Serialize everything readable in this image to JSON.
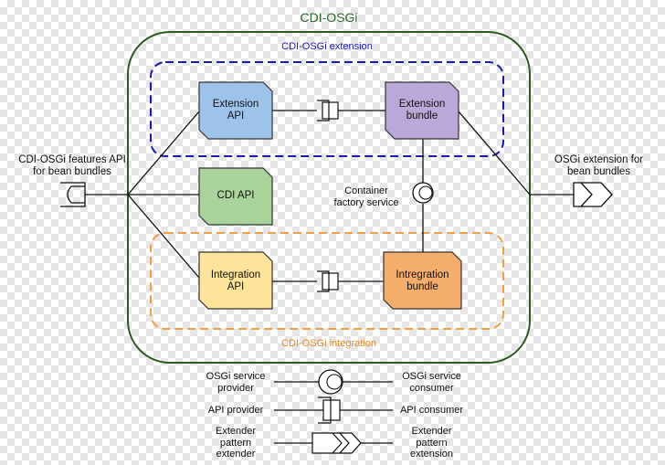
{
  "title": "CDI-OSGi",
  "extension_group": {
    "label": "CDI-OSGi extension"
  },
  "integration_group": {
    "label": "CDI-OSGi integration"
  },
  "boxes": {
    "extension_api": {
      "label_line1": "Extension",
      "label_line2": "API",
      "color": "#9ec3ea"
    },
    "extension_bundle": {
      "label_line1": "Extension",
      "label_line2": "bundle",
      "color": "#b9a8d8"
    },
    "cdi_api": {
      "label": "CDI API",
      "color": "#a9d39a"
    },
    "integration_api": {
      "label_line1": "Integration",
      "label_line2": "API",
      "color": "#fde49a"
    },
    "integration_bundle": {
      "label_line1": "Intregration",
      "label_line2": "bundle",
      "color": "#f4ad6a"
    }
  },
  "container_service": {
    "label_line1": "Container",
    "label_line2": "factory service"
  },
  "left_port": {
    "label_line1": "CDI-OSGi features API",
    "label_line2": "for bean bundles"
  },
  "right_port": {
    "label_line1": "OSGi extension for",
    "label_line2": "bean bundles"
  },
  "legend": {
    "service_provider": {
      "line1": "OSGi service",
      "line2": "provider"
    },
    "service_consumer": {
      "line1": "OSGi service",
      "line2": "consumer"
    },
    "api_provider": "API provider",
    "api_consumer": "API consumer",
    "extender": {
      "line1": "Extender",
      "line2": "pattern",
      "line3": "extender"
    },
    "extension": {
      "line1": "Extender",
      "line2": "pattern",
      "line3": "extension"
    }
  },
  "colors": {
    "container_border": "#2d5a1f",
    "extension_dash": "#1a1ab0",
    "integration_dash": "#f0a040"
  }
}
